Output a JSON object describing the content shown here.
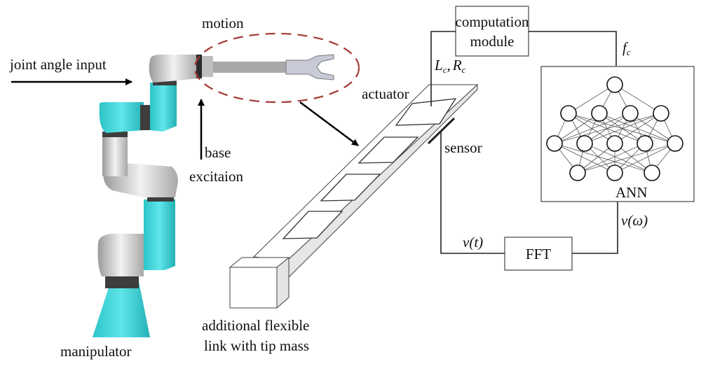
{
  "labels": {
    "joint_angle_input": "joint angle input",
    "motion": "motion",
    "base_excitation_1": "base",
    "base_excitation_2": "excitaion",
    "manipulator": "manipulator",
    "actuator": "actuator",
    "sensor": "sensor",
    "flexible_link_1": "additional flexible",
    "flexible_link_2": "link with tip mass",
    "computation_module_1": "computation",
    "computation_module_2": "module",
    "ann": "ANN",
    "fft": "FFT"
  },
  "signals": {
    "lc": "L",
    "lc_sub": "c",
    "comma": ",",
    "rc": "R",
    "rc_sub": "c",
    "fc": "f",
    "fc_sub": "c",
    "vt": "v(t)",
    "vw": "v(ω)"
  },
  "ann": {
    "layers": [
      1,
      4,
      5,
      3
    ]
  },
  "colors": {
    "robot_cyan": "#3fd8dc",
    "robot_silver": "#d8d8d8",
    "robot_dark": "#444444",
    "ellipse": "#a33a35",
    "line": "#222222"
  }
}
